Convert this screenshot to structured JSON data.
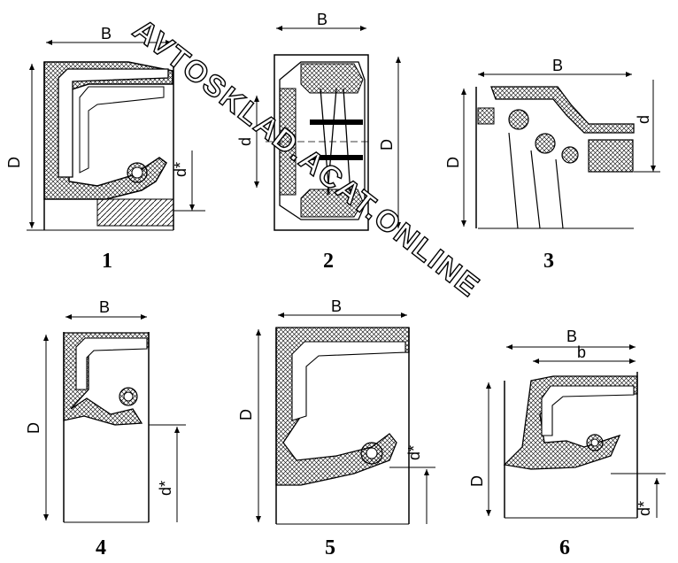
{
  "figures": [
    {
      "number": "1",
      "labels": {
        "width": "B",
        "outer": "D",
        "inner": "d*"
      }
    },
    {
      "number": "2",
      "labels": {
        "width": "B",
        "outer": "D",
        "inner": "d"
      }
    },
    {
      "number": "3",
      "labels": {
        "width": "B",
        "outer": "D",
        "inner": "d"
      }
    },
    {
      "number": "4",
      "labels": {
        "width": "B",
        "outer": "D",
        "inner": "d*"
      }
    },
    {
      "number": "5",
      "labels": {
        "width": "B",
        "outer": "D",
        "inner": "d*"
      }
    },
    {
      "number": "6",
      "labels": {
        "width": "B",
        "width2": "b",
        "outer": "D",
        "inner": "d*"
      }
    }
  ],
  "watermark": "AVTOSKLAD.ACAT.ONLINE",
  "colors": {
    "ink": "#000000",
    "paper": "#ffffff",
    "hatch": "#000000"
  }
}
